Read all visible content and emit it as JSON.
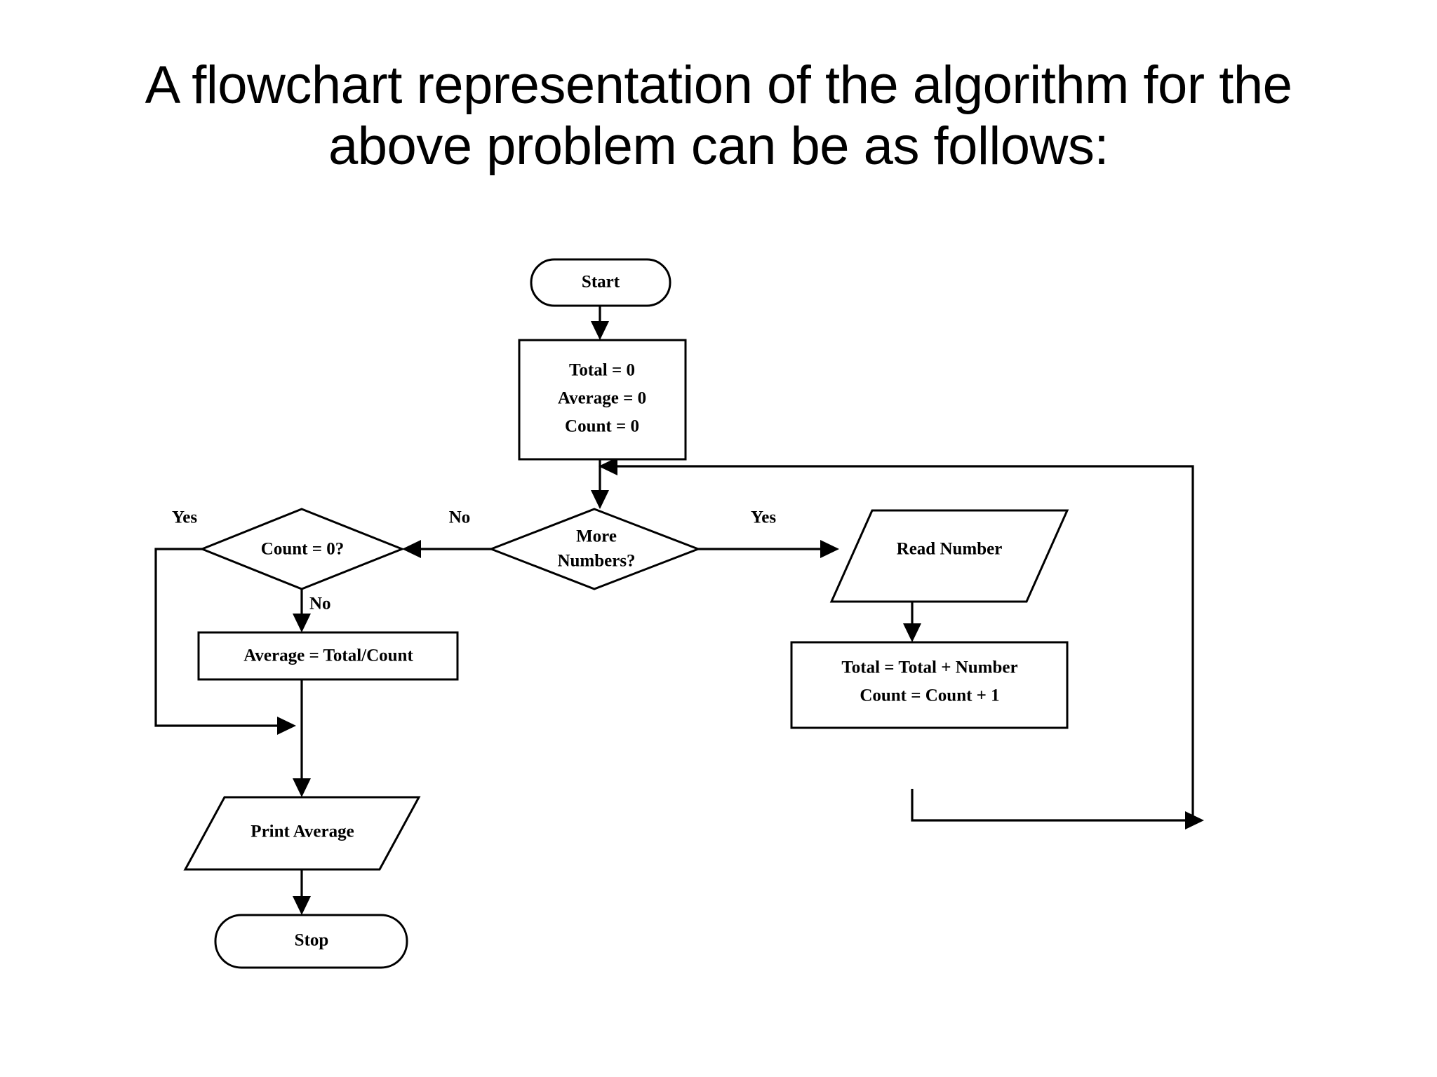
{
  "slide": {
    "title": "A flowchart representation of the algorithm for the above problem can be as follows:",
    "background_color": "#ffffff",
    "text_color": "#000000"
  },
  "chart_data": {
    "type": "diagram",
    "diagram_kind": "flowchart",
    "title": "A flowchart representation of the algorithm for the above problem can be as follows:",
    "nodes": [
      {
        "id": "start",
        "shape": "terminator",
        "label": "Start"
      },
      {
        "id": "init",
        "shape": "process",
        "label": "Total = 0\nAverage = 0\nCount = 0"
      },
      {
        "id": "more",
        "shape": "decision",
        "label": "More\nNumbers?"
      },
      {
        "id": "countzero",
        "shape": "decision",
        "label": "Count = 0?"
      },
      {
        "id": "read",
        "shape": "input-output",
        "label": "Read Number"
      },
      {
        "id": "accumulate",
        "shape": "process",
        "label": "Total = Total + Number\nCount = Count + 1"
      },
      {
        "id": "average",
        "shape": "process",
        "label": "Average = Total/Count"
      },
      {
        "id": "print",
        "shape": "input-output",
        "label": "Print Average"
      },
      {
        "id": "stop",
        "shape": "terminator",
        "label": "Stop"
      }
    ],
    "edges": [
      {
        "from": "start",
        "to": "init",
        "label": ""
      },
      {
        "from": "init",
        "to": "more",
        "label": ""
      },
      {
        "from": "more",
        "to": "read",
        "label": "Yes"
      },
      {
        "from": "more",
        "to": "countzero",
        "label": "No"
      },
      {
        "from": "read",
        "to": "accumulate",
        "label": ""
      },
      {
        "from": "accumulate",
        "to": "more",
        "label": ""
      },
      {
        "from": "countzero",
        "to": "print",
        "label": "Yes"
      },
      {
        "from": "countzero",
        "to": "average",
        "label": "No"
      },
      {
        "from": "average",
        "to": "print",
        "label": ""
      },
      {
        "from": "print",
        "to": "stop",
        "label": ""
      }
    ],
    "stroke_color": "#000000",
    "fill_color": "#ffffff"
  },
  "nodes": {
    "start": {
      "label": "Start"
    },
    "init": {
      "line1": "Total = 0",
      "line2": "Average = 0",
      "line3": "Count = 0"
    },
    "more_numbers": {
      "line1": "More",
      "line2": "Numbers?"
    },
    "count_zero": {
      "label": "Count = 0?"
    },
    "read_number": {
      "label": "Read Number"
    },
    "accumulate": {
      "line1": "Total = Total + Number",
      "line2": "Count = Count + 1"
    },
    "average": {
      "label": "Average = Total/Count"
    },
    "print_average": {
      "label": "Print Average"
    },
    "stop": {
      "label": "Stop"
    }
  },
  "edge_labels": {
    "more_yes": "Yes",
    "more_no": "No",
    "count_yes": "Yes",
    "count_no": "No"
  }
}
